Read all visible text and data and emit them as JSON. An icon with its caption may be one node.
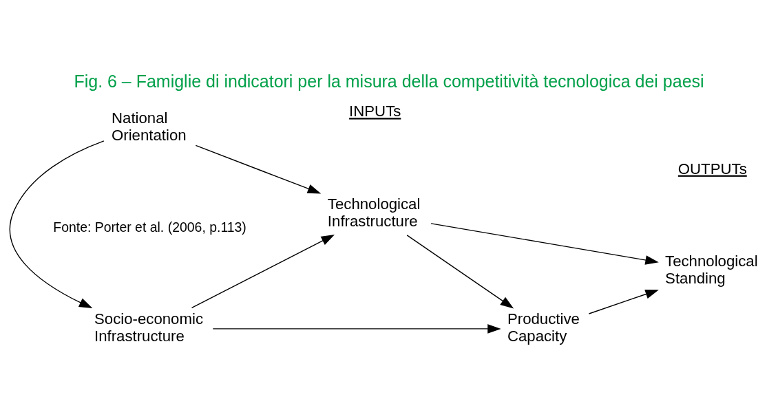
{
  "diagram": {
    "title": "Fig. 6 – Famiglie di indicatori per la misura della competitività tecnologica dei paesi",
    "caption": "Fonte: Porter et al. (2006, p.113)",
    "nodes": [
      {
        "text": [
          "National Orientation"
        ]
      },
      {
        "text": [
          "Technological Infrastructure"
        ]
      },
      {
        "text": [
          "Socio-economic Infrastructure"
        ]
      },
      {
        "text": [
          "Productive Capacity"
        ]
      },
      {
        "text": [
          "Technological Standing"
        ]
      }
    ],
    "edges": [
      {
        "from": 0,
        "to": 1,
        "arrow": "to"
      },
      {
        "from": 0,
        "to": 2,
        "arrow": "to"
      },
      {
        "from": 2,
        "to": 1,
        "arrow": "to"
      },
      {
        "from": 2,
        "to": 3,
        "arrow": "to"
      },
      {
        "from": 1,
        "to": 3,
        "arrow": "to"
      },
      {
        "from": 1,
        "to": 4,
        "arrow": "to"
      },
      {
        "from": 3,
        "to": 4,
        "arrow": "to"
      }
    ],
    "labels": [
      "INPUTs",
      "OUTPUTs"
    ]
  }
}
